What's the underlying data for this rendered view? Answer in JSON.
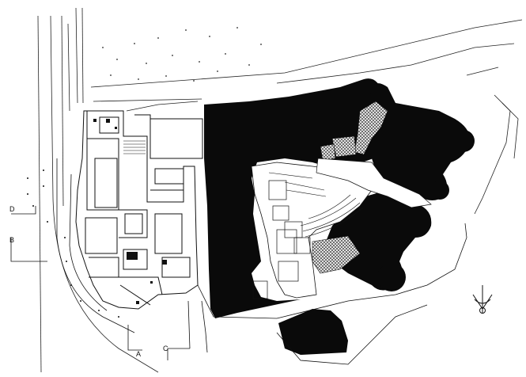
{
  "section_labels": {
    "a": "A",
    "b": "B",
    "c": "C",
    "d": "D"
  },
  "colors": {
    "ink": "#111111",
    "paper": "#ffffff",
    "mass": "#0a0a0a",
    "hatch": "#555555"
  },
  "icons": {
    "north_arrow": "north-arrow-icon"
  }
}
